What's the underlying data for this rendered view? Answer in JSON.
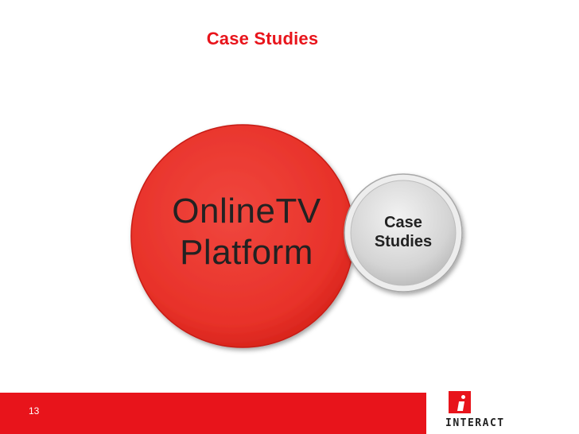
{
  "slide": {
    "title": "Case Studies",
    "page_number": "13"
  },
  "diagram": {
    "main_circle": {
      "line1": "OnlineTV",
      "line2": "Platform",
      "color": "#e8141b"
    },
    "secondary_circle": {
      "line1": "Case",
      "line2": "Studies",
      "color": "#d8d8d8"
    }
  },
  "brand": {
    "name": "INTERACT",
    "accent": "#e8141b"
  }
}
